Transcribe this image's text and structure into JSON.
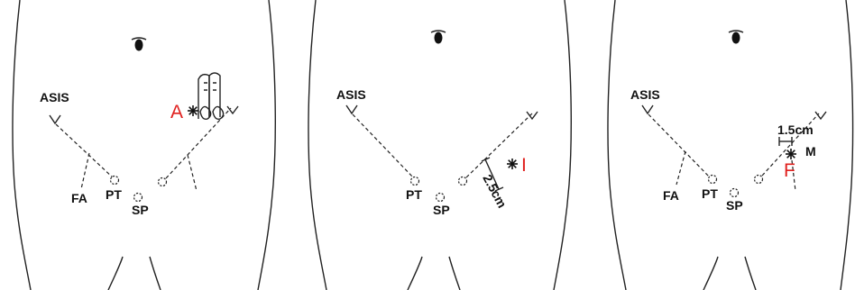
{
  "panels": [
    {
      "labels": {
        "asis": "ASIS",
        "fa": "FA",
        "pt": "PT",
        "sp": "SP"
      },
      "marker": {
        "letter": "A",
        "color": "#e0201e",
        "symbol": "finger-palpation"
      }
    },
    {
      "labels": {
        "asis": "ASIS",
        "pt": "PT",
        "sp": "SP"
      },
      "marker": {
        "letter": "I",
        "color": "#e0201e",
        "measurement": "2.5cm"
      }
    },
    {
      "labels": {
        "asis": "ASIS",
        "fa": "FA",
        "pt": "PT",
        "sp": "SP",
        "m": "M"
      },
      "marker": {
        "letter": "F",
        "color": "#e0201e",
        "measurement": "1.5cm"
      }
    }
  ]
}
